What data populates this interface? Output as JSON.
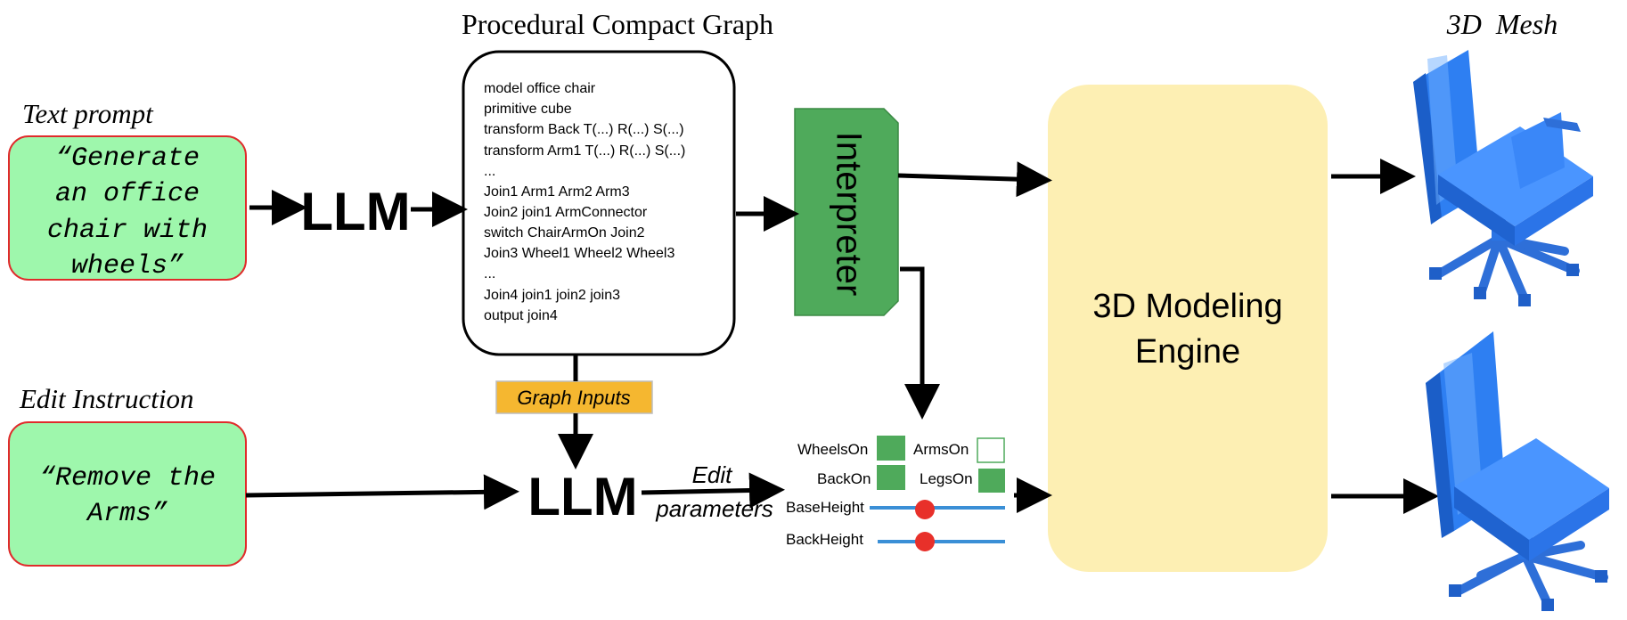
{
  "titles": {
    "graph": "Procedural Compact Graph",
    "mesh": "3D  Mesh",
    "text_prompt": "Text prompt",
    "edit_instruction": "Edit Instruction"
  },
  "prompt_box": {
    "lines": [
      "“Generate",
      "an office",
      "chair with",
      "wheels”"
    ]
  },
  "edit_box": {
    "lines": [
      "“Remove the",
      "Arms”"
    ]
  },
  "llm_top": "LLM",
  "llm_bottom": "LLM",
  "graph_code": {
    "lines": [
      "model office chair",
      "primitive cube",
      "transform Back T(...) R(...) S(...)",
      "transform Arm1 T(...) R(...) S(...)",
      "...",
      "Join1 Arm1 Arm2 Arm3",
      "Join2 join1 ArmConnector",
      "switch ChairArmOn Join2",
      "Join3 Wheel1 Wheel2 Wheel3",
      "...",
      "Join4 join1 join2 join3",
      "output join4"
    ]
  },
  "graph_inputs": "Graph Inputs",
  "interpreter": "Interpreter",
  "engine": {
    "line1": "3D Modeling",
    "line2": "Engine"
  },
  "edit_params": {
    "line1": "Edit",
    "line2": "parameters"
  },
  "params": {
    "wheels_on": "WheelsOn",
    "arms_on": "ArmsOn",
    "back_on": "BackOn",
    "legs_on": "LegsOn",
    "base_height": "BaseHeight",
    "back_height": "BackHeight"
  },
  "colors": {
    "prompt_fill": "#9ef7ac",
    "prompt_border": "#e02b2b",
    "interpreter_green": "#4faa5b",
    "engine_fill": "#fdefb3",
    "graph_inputs_fill": "#f5b730",
    "slider_blue": "#3a8fd6",
    "slider_knob": "#e8302a",
    "chair_blue": "#2e7ff2"
  }
}
